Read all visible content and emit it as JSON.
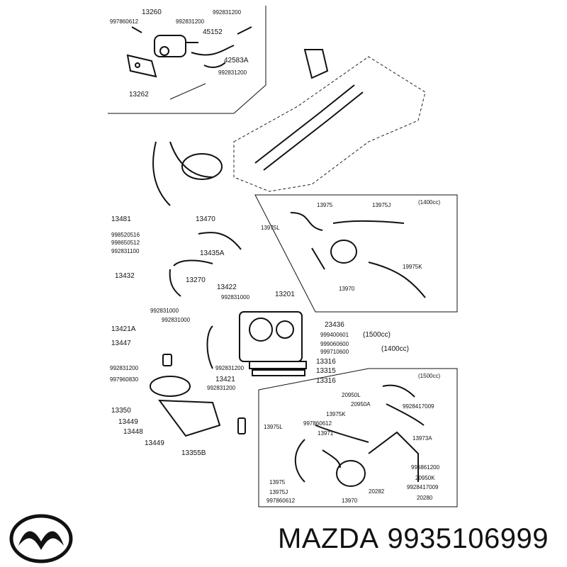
{
  "brand": {
    "name": "MAZDA",
    "part_number": "9935106999"
  },
  "panel_top": {
    "labels": [
      "13260",
      "997860612",
      "992831200",
      "992831200",
      "45152",
      "42583A",
      "992831200",
      "13262"
    ]
  },
  "panel_1400": {
    "variant": "(1400cc)",
    "labels": [
      "13975",
      "13975J",
      "13975L",
      "19975K",
      "13970"
    ]
  },
  "panel_1500": {
    "variant": "(1500cc)",
    "labels": [
      "20950L",
      "20950A",
      "13975K",
      "9928417009",
      "13975L",
      "997860612",
      "13971",
      "13973A",
      "996861200",
      "20950K",
      "13975",
      "13975J",
      "997860612",
      "13970",
      "20282",
      "9928417009",
      "20280"
    ]
  },
  "main_labels": [
    "13481",
    "998520516",
    "998650512",
    "992831100",
    "13470",
    "13435A",
    "13432",
    "13270",
    "13422",
    "992831000",
    "13201",
    "992831000",
    "992831000",
    "23436",
    "999400601",
    "(1500cc)",
    "999060600",
    "999710600",
    "(1400cc)",
    "13421A",
    "13447",
    "13316",
    "13315",
    "13316",
    "992831200",
    "997960830",
    "992831200",
    "13421",
    "992831200",
    "13350",
    "13449",
    "13448",
    "13449",
    "13355B"
  ]
}
